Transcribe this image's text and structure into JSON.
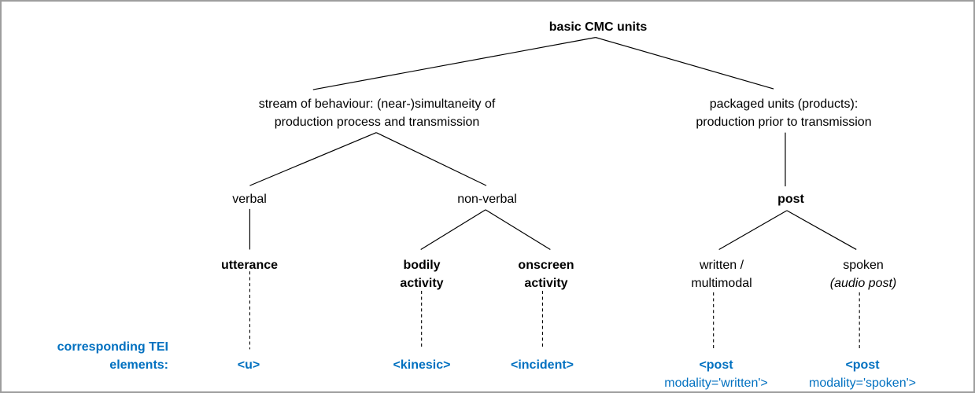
{
  "palette": {
    "accent-blue": "#0070C0",
    "line-black": "#000000",
    "border-gray": "#9e9e9e"
  },
  "nodes": {
    "root": {
      "label": "basic CMC units"
    },
    "stream": {
      "line1": "stream of behaviour: (near-)simultaneity of",
      "line2": "production process and transmission"
    },
    "packaged": {
      "line1": "packaged units (products):",
      "line2": "production prior to transmission"
    },
    "verbal": {
      "label": "verbal"
    },
    "nonverbal": {
      "label": "non-verbal"
    },
    "post": {
      "label": "post"
    },
    "utterance": {
      "label": "utterance"
    },
    "bodily": {
      "line1": "bodily",
      "line2": "activity"
    },
    "onscreen": {
      "line1": "onscreen",
      "line2": "activity"
    },
    "written": {
      "line1": "written /",
      "line2": "multimodal"
    },
    "spoken": {
      "line1": "spoken",
      "line2": "(audio post)"
    }
  },
  "tei": {
    "caption_line1": "corresponding TEI",
    "caption_line2": "elements:",
    "u": "<u>",
    "kinesic": "<kinesic>",
    "incident": "<incident>",
    "post_written": {
      "line1": "<post",
      "line2": "modality='written'>"
    },
    "post_spoken": {
      "line1": "<post",
      "line2": "modality='spoken'>"
    }
  }
}
